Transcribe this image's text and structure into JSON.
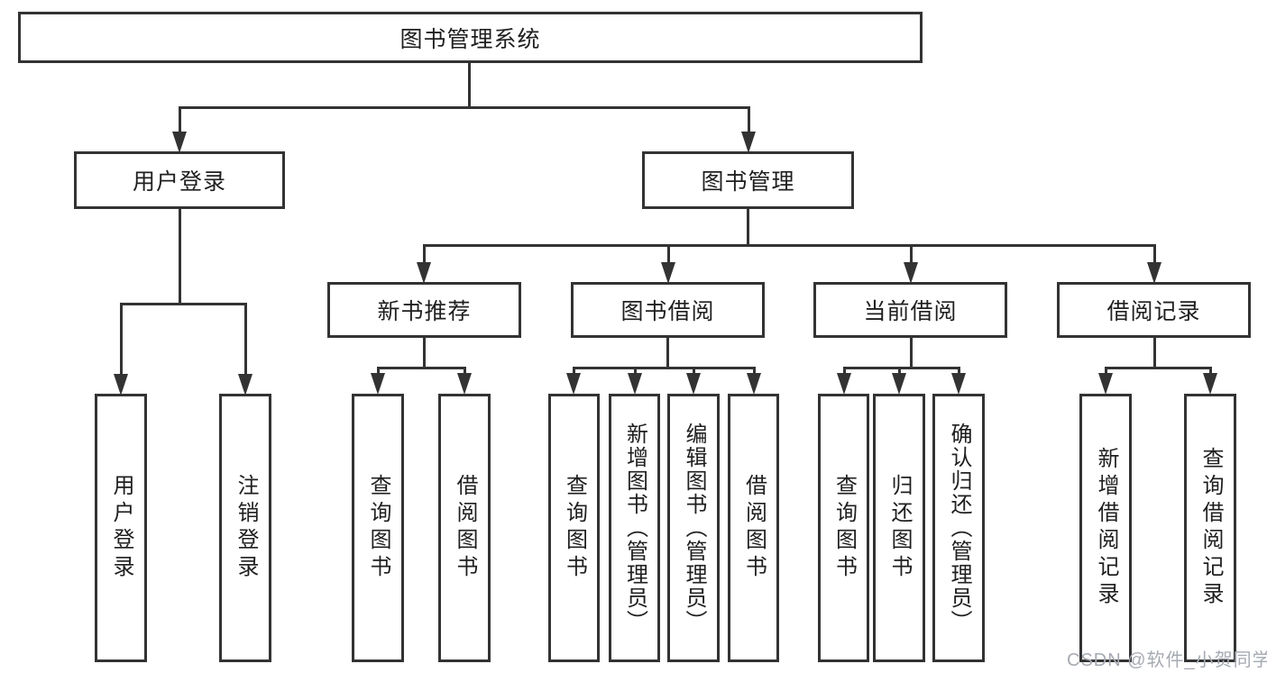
{
  "tree": {
    "root": "图书管理系统",
    "branches": [
      {
        "label": "用户登录",
        "children": [
          "用户登录",
          "注销登录"
        ]
      },
      {
        "label": "图书管理",
        "children": [
          {
            "label": "新书推荐",
            "children": [
              "查询图书",
              "借阅图书"
            ]
          },
          {
            "label": "图书借阅",
            "children": [
              "查询图书",
              "新增图书（管理员）",
              "编辑图书（管理员）",
              "借阅图书"
            ]
          },
          {
            "label": "当前借阅",
            "children": [
              "查询图书",
              "归还图书",
              "确认归还（管理员）"
            ]
          },
          {
            "label": "借阅记录",
            "children": [
              "新增借阅记录",
              "查询借阅记录"
            ]
          }
        ]
      }
    ]
  },
  "watermark": {
    "text": "CSDN @软件_小贺同学"
  },
  "colors": {
    "line": "#333333",
    "text": "#1f1f1f",
    "background": "#ffffff",
    "watermark": "#a6aab2"
  }
}
